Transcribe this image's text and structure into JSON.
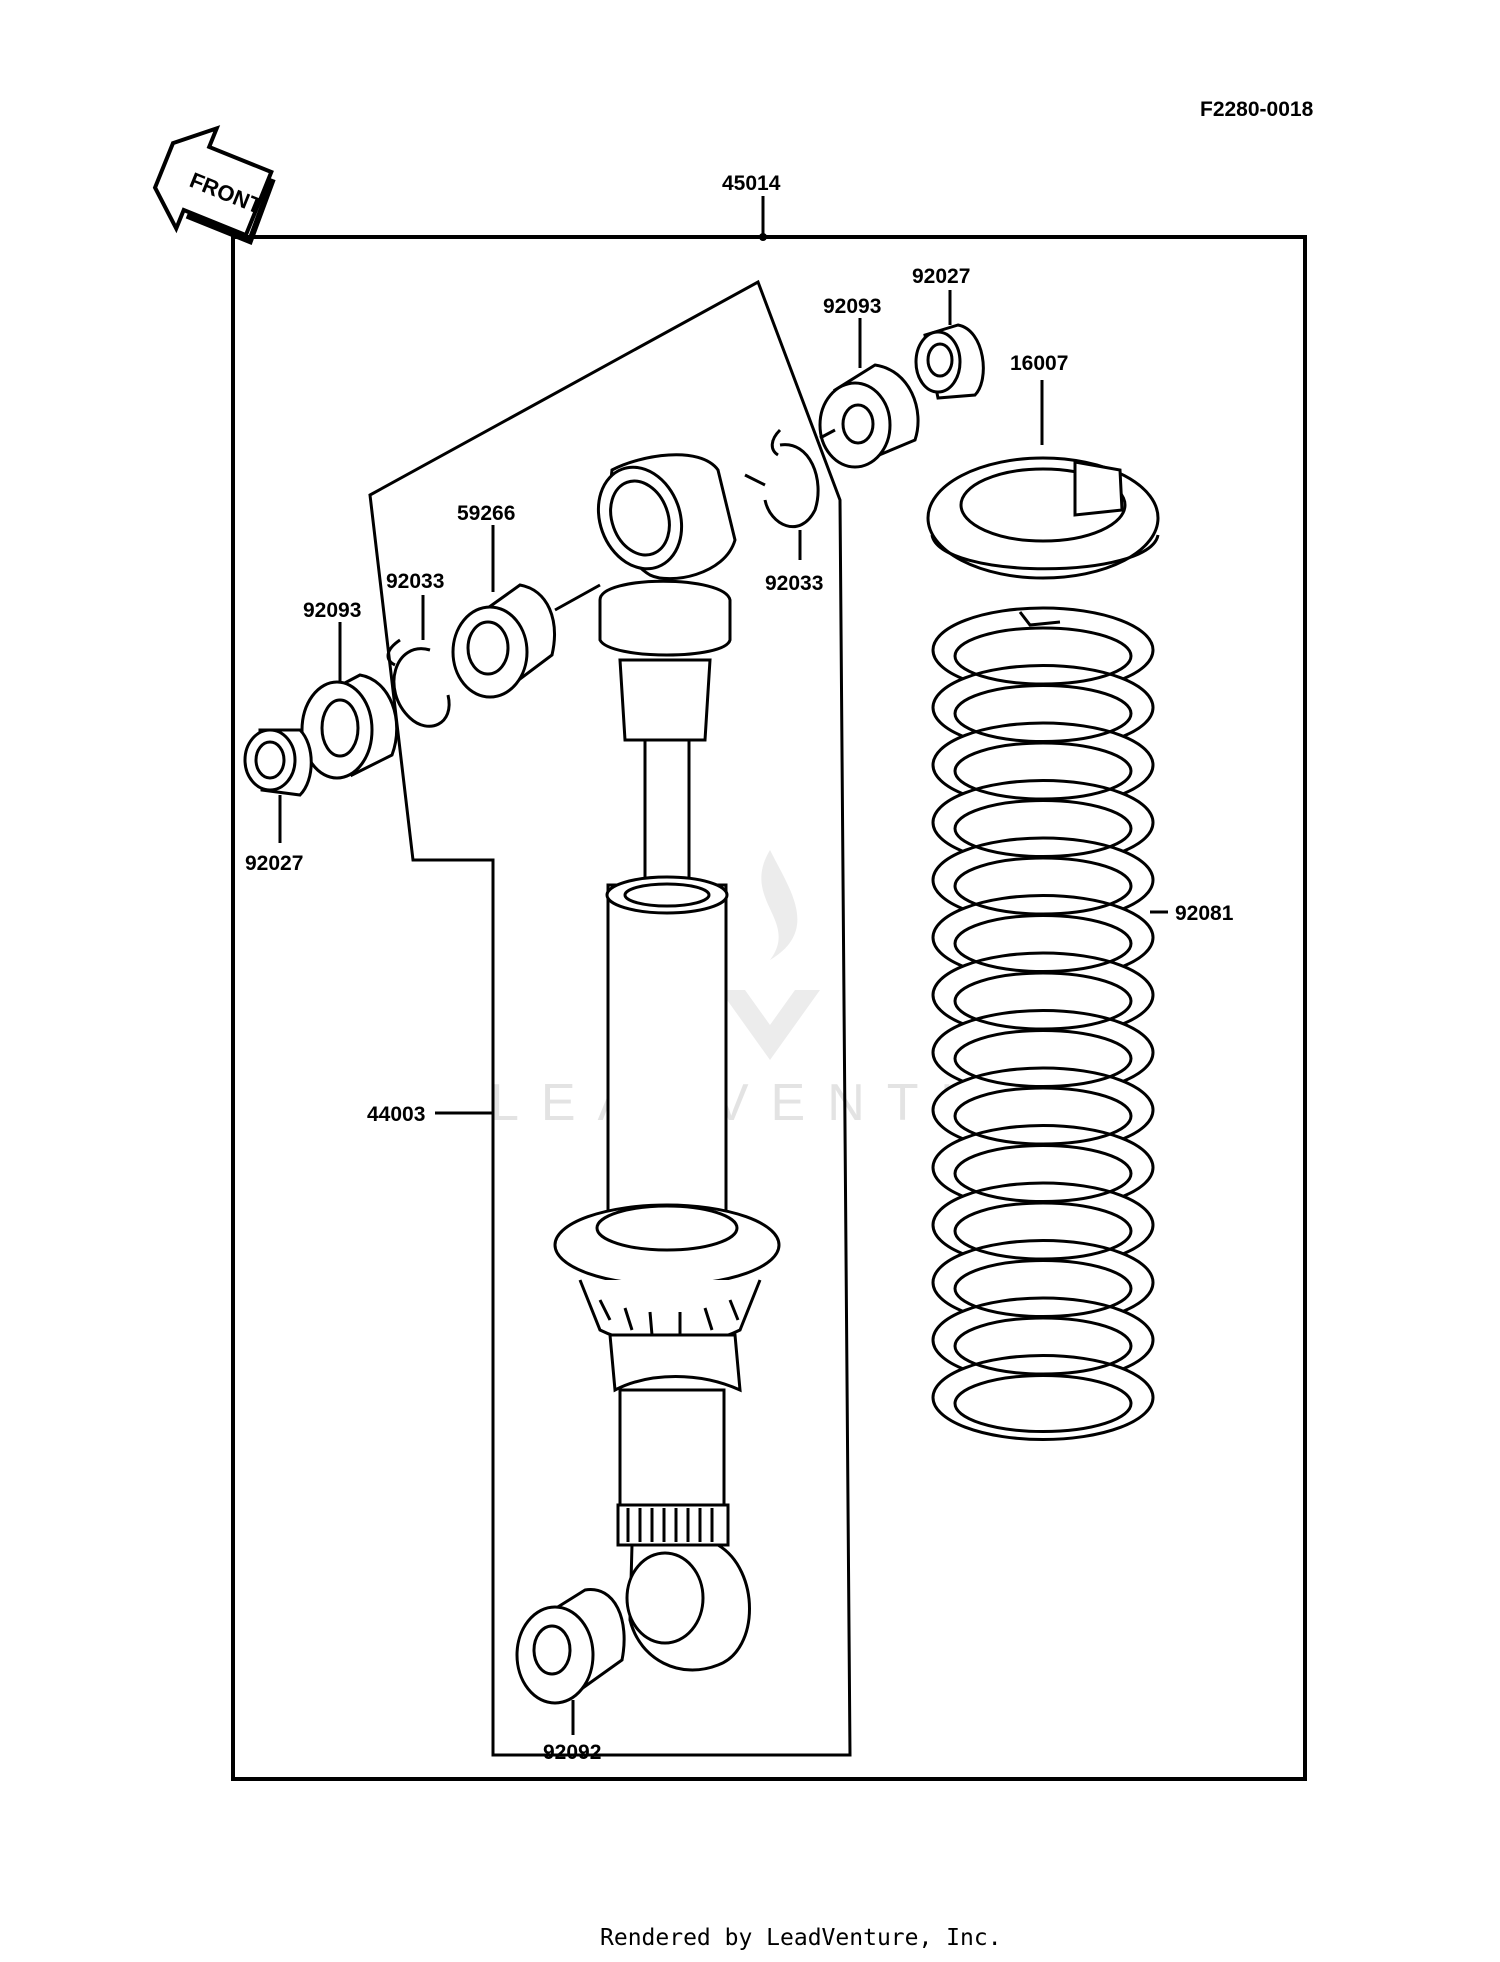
{
  "diagram_code": "F2280-0018",
  "front_arrow_label": "FRONT",
  "watermark": "LEADVENTURE",
  "footer": "Rendered by LeadVenture, Inc.",
  "parts": {
    "assembly": "45014",
    "spring_seat": "16007",
    "spring": "92081",
    "shock_unit": "44003",
    "bushing_lower": "92092",
    "bushing_upper": "59266",
    "circlip_left": "92033",
    "circlip_right": "92033",
    "bearing_left": "92093",
    "bearing_right": "92093",
    "collar_left": "92027",
    "collar_right": "92027"
  }
}
